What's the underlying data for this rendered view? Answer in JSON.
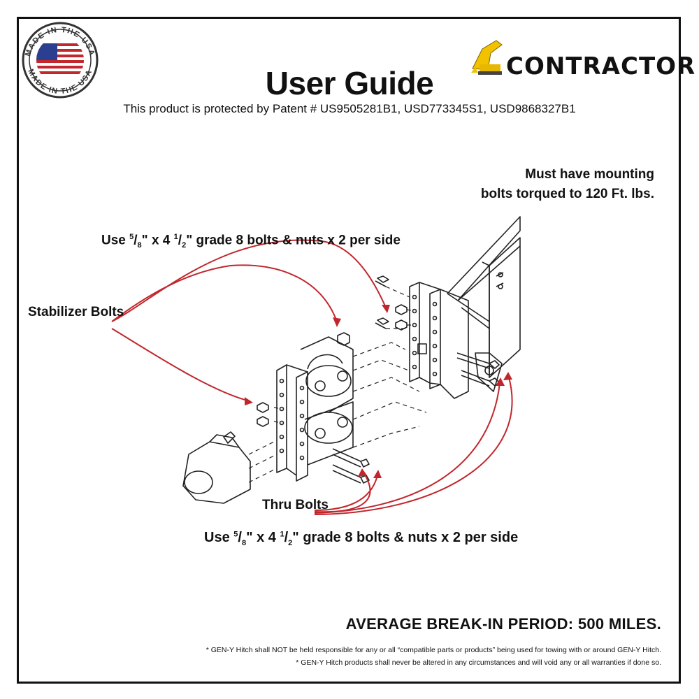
{
  "header": {
    "badge_top": "MADE IN THE USA",
    "badge_bottom": "MADE IN THE USA",
    "brand": "CONTRACTOR",
    "title": "User Guide",
    "patent": "This product is protected by Patent # US9505281B1, USD773345S1, USD9868327B1"
  },
  "labels": {
    "torque_line1": "Must have mounting",
    "torque_line2": "bolts torqued to 120 Ft. lbs.",
    "bolt_spec_top_prefix": "Use",
    "bolt_spec_top_suffix": "grade 8 bolts & nuts x 2 per side",
    "bolt_spec_bottom_prefix": "Use",
    "bolt_spec_bottom_suffix": "grade 8 bolts & nuts x 2 per side",
    "frac_num_1": "5",
    "frac_den_1": "8",
    "x_4": "\" x 4",
    "frac_num_2": "1",
    "frac_den_2": "2",
    "inch_mark": "\"",
    "stabilizer": "Stabilizer Bolts",
    "thru": "Thru Bolts"
  },
  "footer": {
    "breakin": "AVERAGE BREAK-IN PERIOD: 500 MILES.",
    "disclaimer1": "* GEN-Y Hitch shall NOT be held responsible for any or all “compatible parts or products” being used for towing with or around GEN-Y Hitch.",
    "disclaimer2": "* GEN-Y Hitch products shall never be altered in any circumstances and will void any or all warranties if done so."
  },
  "colors": {
    "arrow": "#c0272d",
    "line": "#222222",
    "brand_yellow": "#f2c200",
    "flag_red": "#c1272d",
    "flag_blue": "#2a3f8f"
  }
}
